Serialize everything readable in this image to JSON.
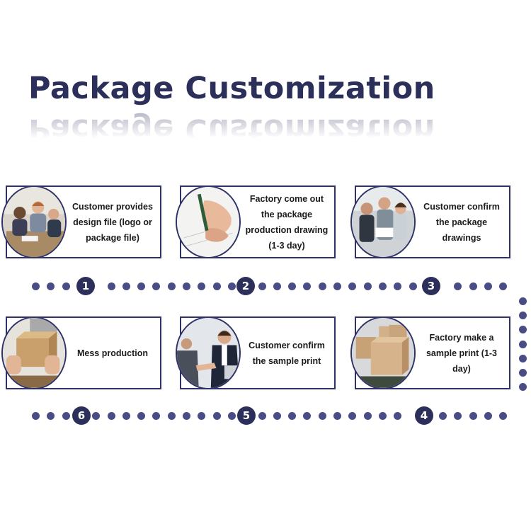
{
  "title": "Package Customization",
  "colors": {
    "navy": "#2b2f5a",
    "dot": "#4a4d85",
    "border": "#2f3266"
  },
  "steps": [
    {
      "number": "1",
      "label": "Customer provides design file (logo or package file)",
      "photo": "team-meeting-photo"
    },
    {
      "number": "2",
      "label": "Factory come out the package production drawing (1-3 day)",
      "photo": "hand-drawing-photo"
    },
    {
      "number": "3",
      "label": "Customer confirm the package drawings",
      "photo": "team-review-photo"
    },
    {
      "number": "4",
      "label": "Factory make a sample print (1-3 day)",
      "photo": "box-production-line-photo"
    },
    {
      "number": "5",
      "label": "Customer confirm the sample print",
      "photo": "handshake-photo"
    },
    {
      "number": "6",
      "label": "Mess production",
      "photo": "hands-holding-box-photo"
    }
  ]
}
